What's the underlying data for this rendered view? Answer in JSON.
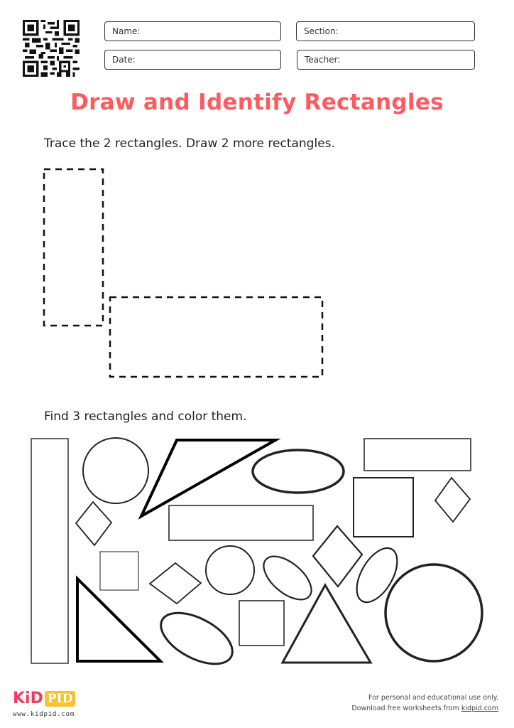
{
  "header": {
    "qr_code": "qr-code",
    "fields": [
      {
        "label": "Name:",
        "value": ""
      },
      {
        "label": "Section:",
        "value": ""
      },
      {
        "label": "Date:",
        "value": ""
      },
      {
        "label": "Teacher:",
        "value": ""
      }
    ]
  },
  "title": "Draw and Identify Rectangles",
  "colors": {
    "title": "#ff5a5f",
    "logo_kid": "#f23b60",
    "logo_pid": "#f5c12e",
    "stroke": "#222222"
  },
  "section1": {
    "instruction": "Trace the 2 rectangles. Draw 2 more rectangles.",
    "traceable_rectangles": [
      {
        "shape": "dashed-rectangle",
        "orientation": "vertical"
      },
      {
        "shape": "dashed-rectangle",
        "orientation": "horizontal"
      }
    ]
  },
  "section2": {
    "instruction": "Find 3 rectangles and color them.",
    "shapes": [
      "rectangle",
      "circle",
      "triangle",
      "ellipse",
      "rectangle",
      "diamond",
      "rectangle",
      "square",
      "diamond",
      "square",
      "diamond",
      "circle",
      "ellipse",
      "diamond",
      "ellipse",
      "circle",
      "triangle",
      "ellipse",
      "square",
      "triangle"
    ]
  },
  "footer": {
    "logo_kid": "KiD",
    "logo_pid": "PID",
    "logo_url": "www.kidpid.com",
    "line1": "For personal and educational use only.",
    "line2_prefix": "Download free worksheets from ",
    "line2_link": "kidpid.com"
  }
}
